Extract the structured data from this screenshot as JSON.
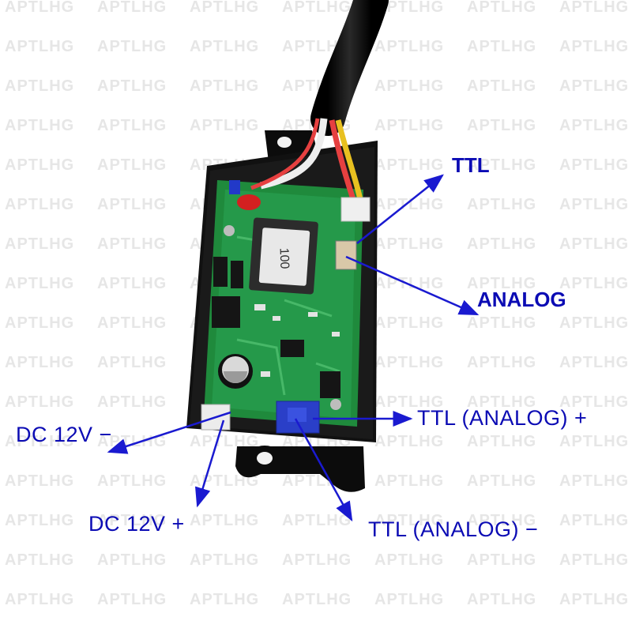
{
  "watermark": {
    "text": "APTLHG"
  },
  "component": {
    "marking": "100"
  },
  "labels": {
    "ttl": "TTL",
    "analog": "ANALOG",
    "ttl_analog_plus": "TTL (ANALOG) +",
    "ttl_analog_minus": "TTL (ANALOG) −",
    "dc_minus": "DC  12V  −",
    "dc_plus": "DC  12V  +"
  },
  "colors": {
    "label": "#0b0bb4",
    "arrow": "#1a1ad0",
    "pcb": "#1f8a3c",
    "housing": "#111111",
    "connector": "#2a3fc8",
    "watermark": "#e6e6e6"
  }
}
